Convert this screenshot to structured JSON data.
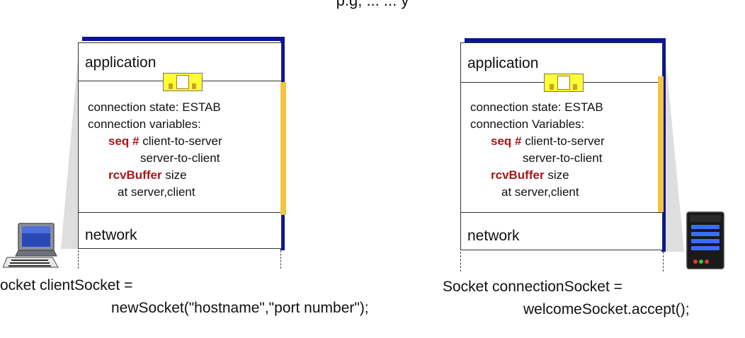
{
  "title_fragment": "p.g, ... ... y",
  "left": {
    "application_label": "application",
    "network_label": "network",
    "state_line1": "connection state: ESTAB",
    "state_line2": "connection variables:",
    "seq_label": "seq #",
    "seq_line1": "client-to-server",
    "seq_line2": "server-to-client",
    "rcv_label": "rcvBuffer",
    "rcv_suffix": "size",
    "rcv_line2": "at server,client",
    "code_line1": "ocket clientSocket =",
    "code_line2": "newSocket(\"hostname\",\"port number\");",
    "icon": "laptop-icon"
  },
  "right": {
    "application_label": "application",
    "network_label": "network",
    "state_line1": "connection state: ESTAB",
    "state_line2": "connection Variables:",
    "seq_label": "seq #",
    "seq_line1": "client-to-server",
    "seq_line2": "server-to-client",
    "rcv_label": "rcvBuffer",
    "rcv_suffix": "size",
    "rcv_line2": "at server,client",
    "code_line1": "Socket connectionSocket =",
    "code_line2": "welcomeSocket.accept();",
    "icon": "server-icon"
  },
  "colors": {
    "frame_accent": "#0a1696",
    "state_bar": "#f3c342",
    "keyword_red": "#a8161a",
    "socket_fill": "#ffff33"
  }
}
